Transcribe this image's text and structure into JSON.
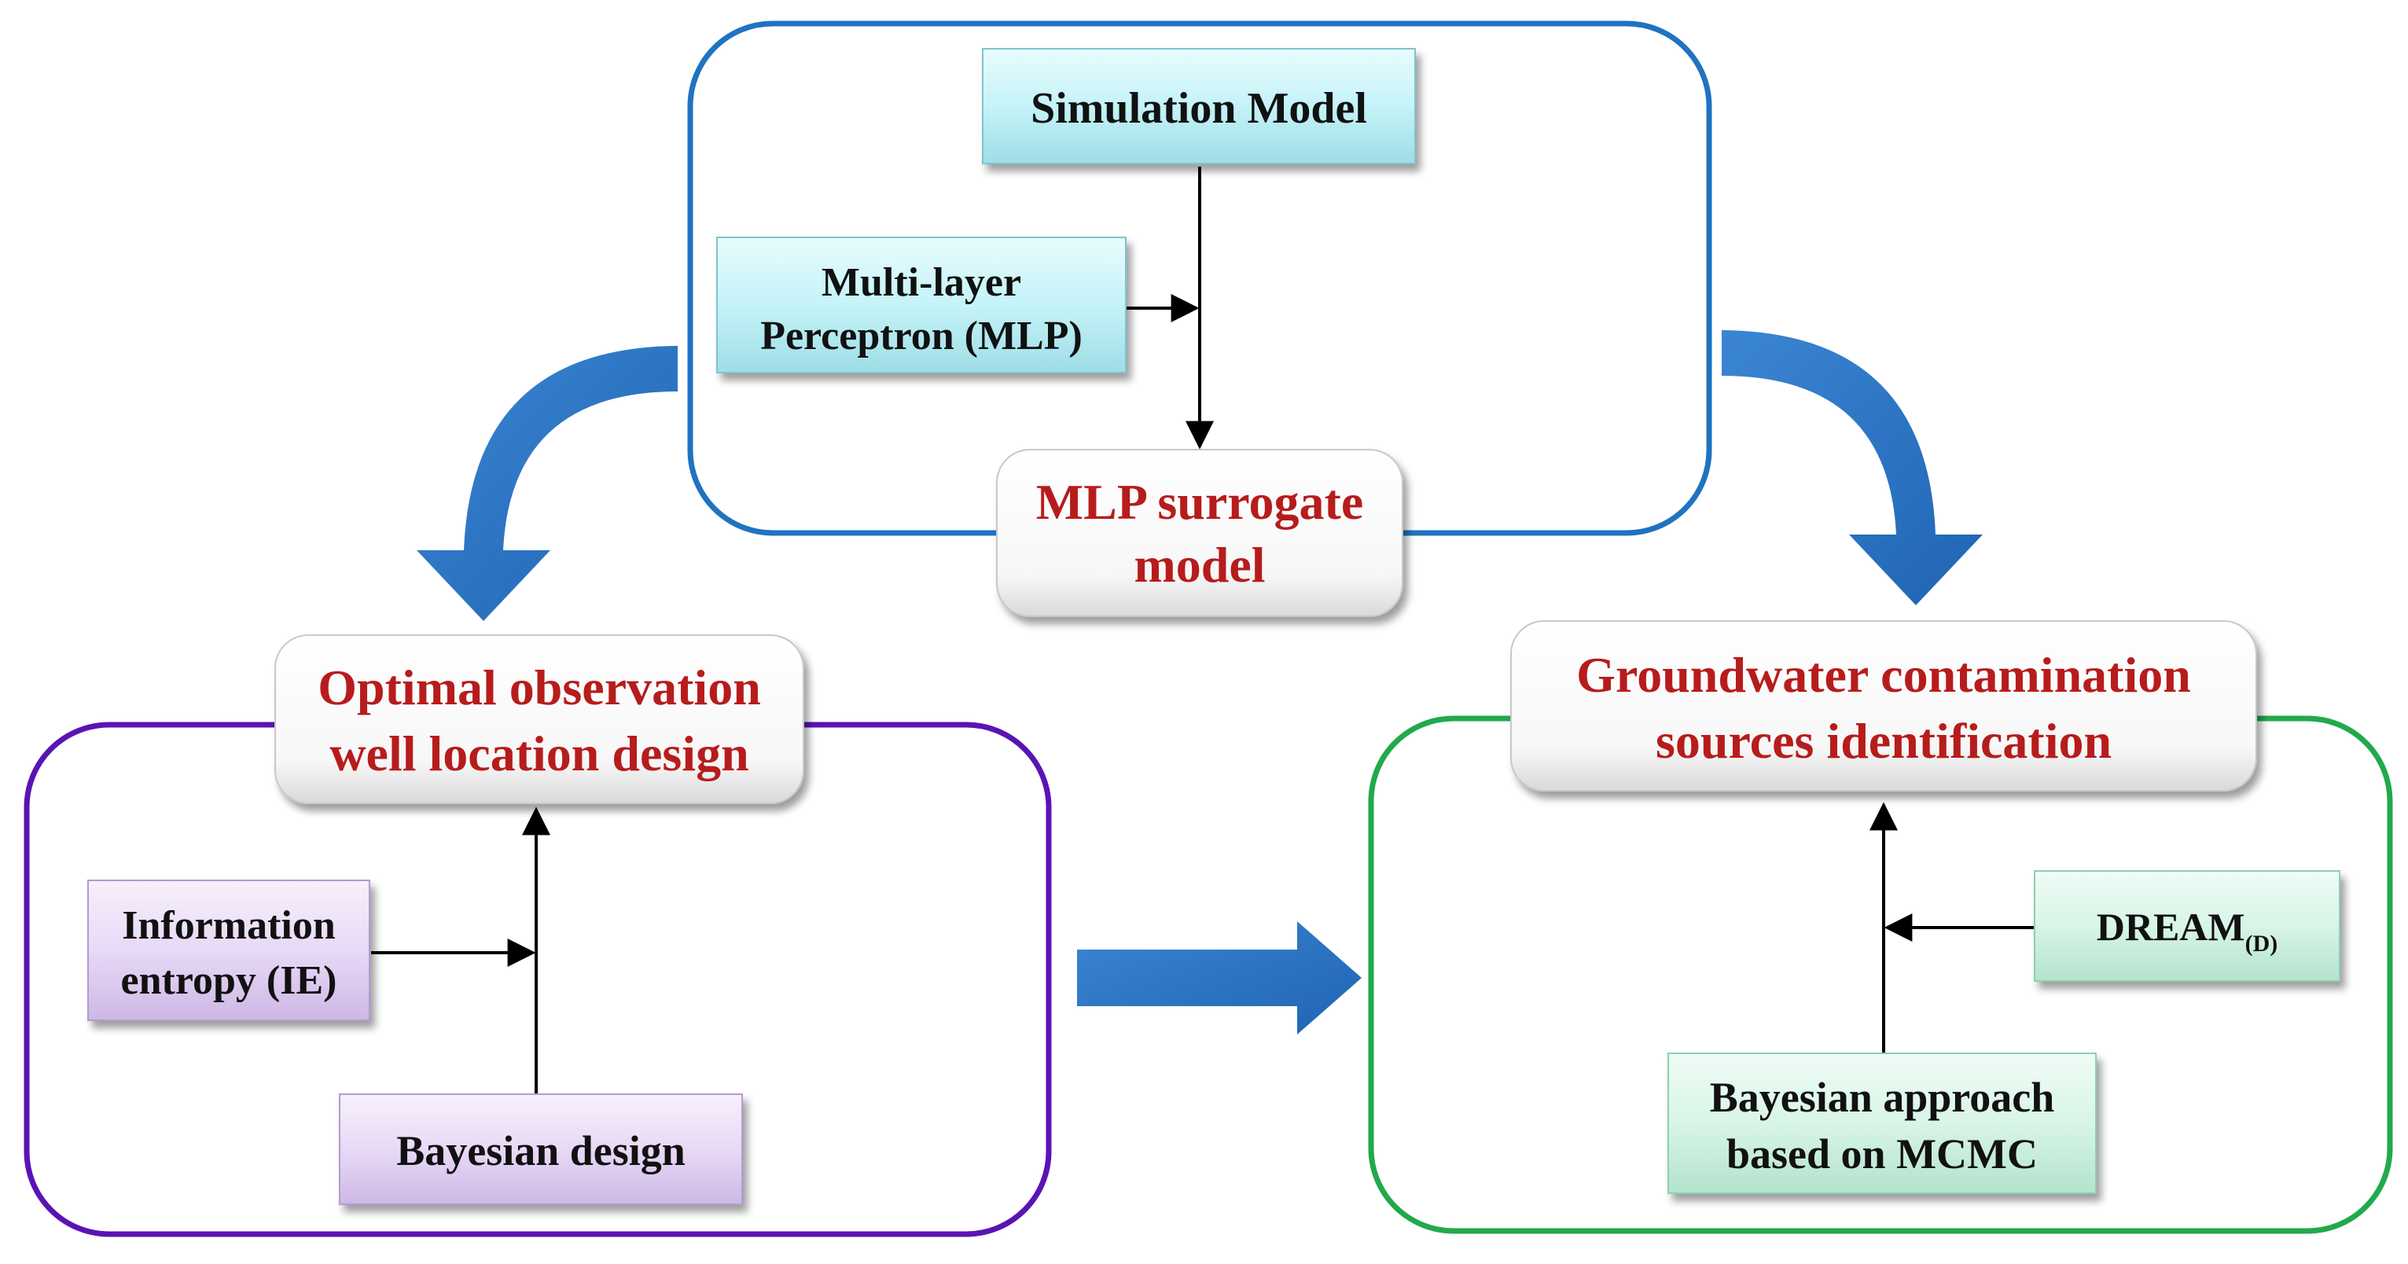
{
  "colors": {
    "top_frame": "#1f73c0",
    "left_frame": "#5a13b5",
    "right_frame": "#22a94b",
    "flow_arrow": "#2573c4",
    "highlight_text": "#b71c1c",
    "cyan_box": "#bff3f8",
    "violet_box": "#eadcf6",
    "mint_box": "#d6f4e5"
  },
  "top_module": {
    "simulation_model": "Simulation Model",
    "mlp_line1": "Multi-layer",
    "mlp_line2": "Perceptron (MLP)",
    "surrogate_line1": "MLP surrogate",
    "surrogate_line2": "model"
  },
  "left_module": {
    "title_line1": "Optimal observation",
    "title_line2": "well location design",
    "entropy_line1": "Information",
    "entropy_line2": "entropy (IE)",
    "bayesian_design": "Bayesian design"
  },
  "right_module": {
    "title_line1": "Groundwater contamination",
    "title_line2": "sources identification",
    "dream_main": "DREAM",
    "dream_sub": "(D)",
    "mcmc_line1": "Bayesian approach",
    "mcmc_line2": "based on MCMC"
  },
  "icons": {
    "curved_left": "curved-down-arrow-icon",
    "curved_right": "curved-down-arrow-icon",
    "horizontal": "right-arrow-icon"
  }
}
